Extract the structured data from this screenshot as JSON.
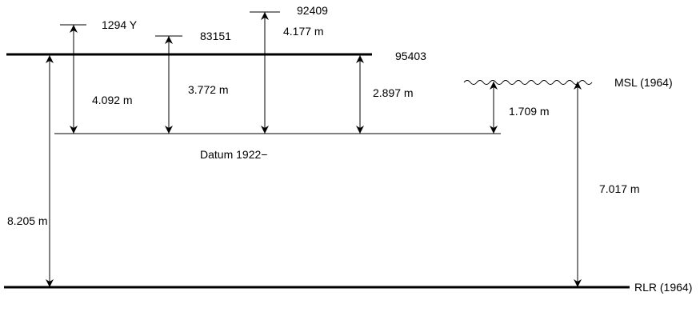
{
  "benchmarks": {
    "bm_1294y": "1294 Y",
    "bm_83151": "83151",
    "bm_92409": "92409",
    "bm_95403": "95403"
  },
  "measurements": {
    "m_1294y": "4.092 m",
    "m_83151": "3.772 m",
    "m_92409": "4.177 m",
    "m_95403": "2.897 m",
    "m_msl_datum": "1.709 m",
    "m_msl_rlr": "7.017 m",
    "m_line_rlr": "8.205 m"
  },
  "levels": {
    "datum": "Datum 1922−",
    "msl": "MSL (1964)",
    "rlr": "RLR (1964)"
  }
}
